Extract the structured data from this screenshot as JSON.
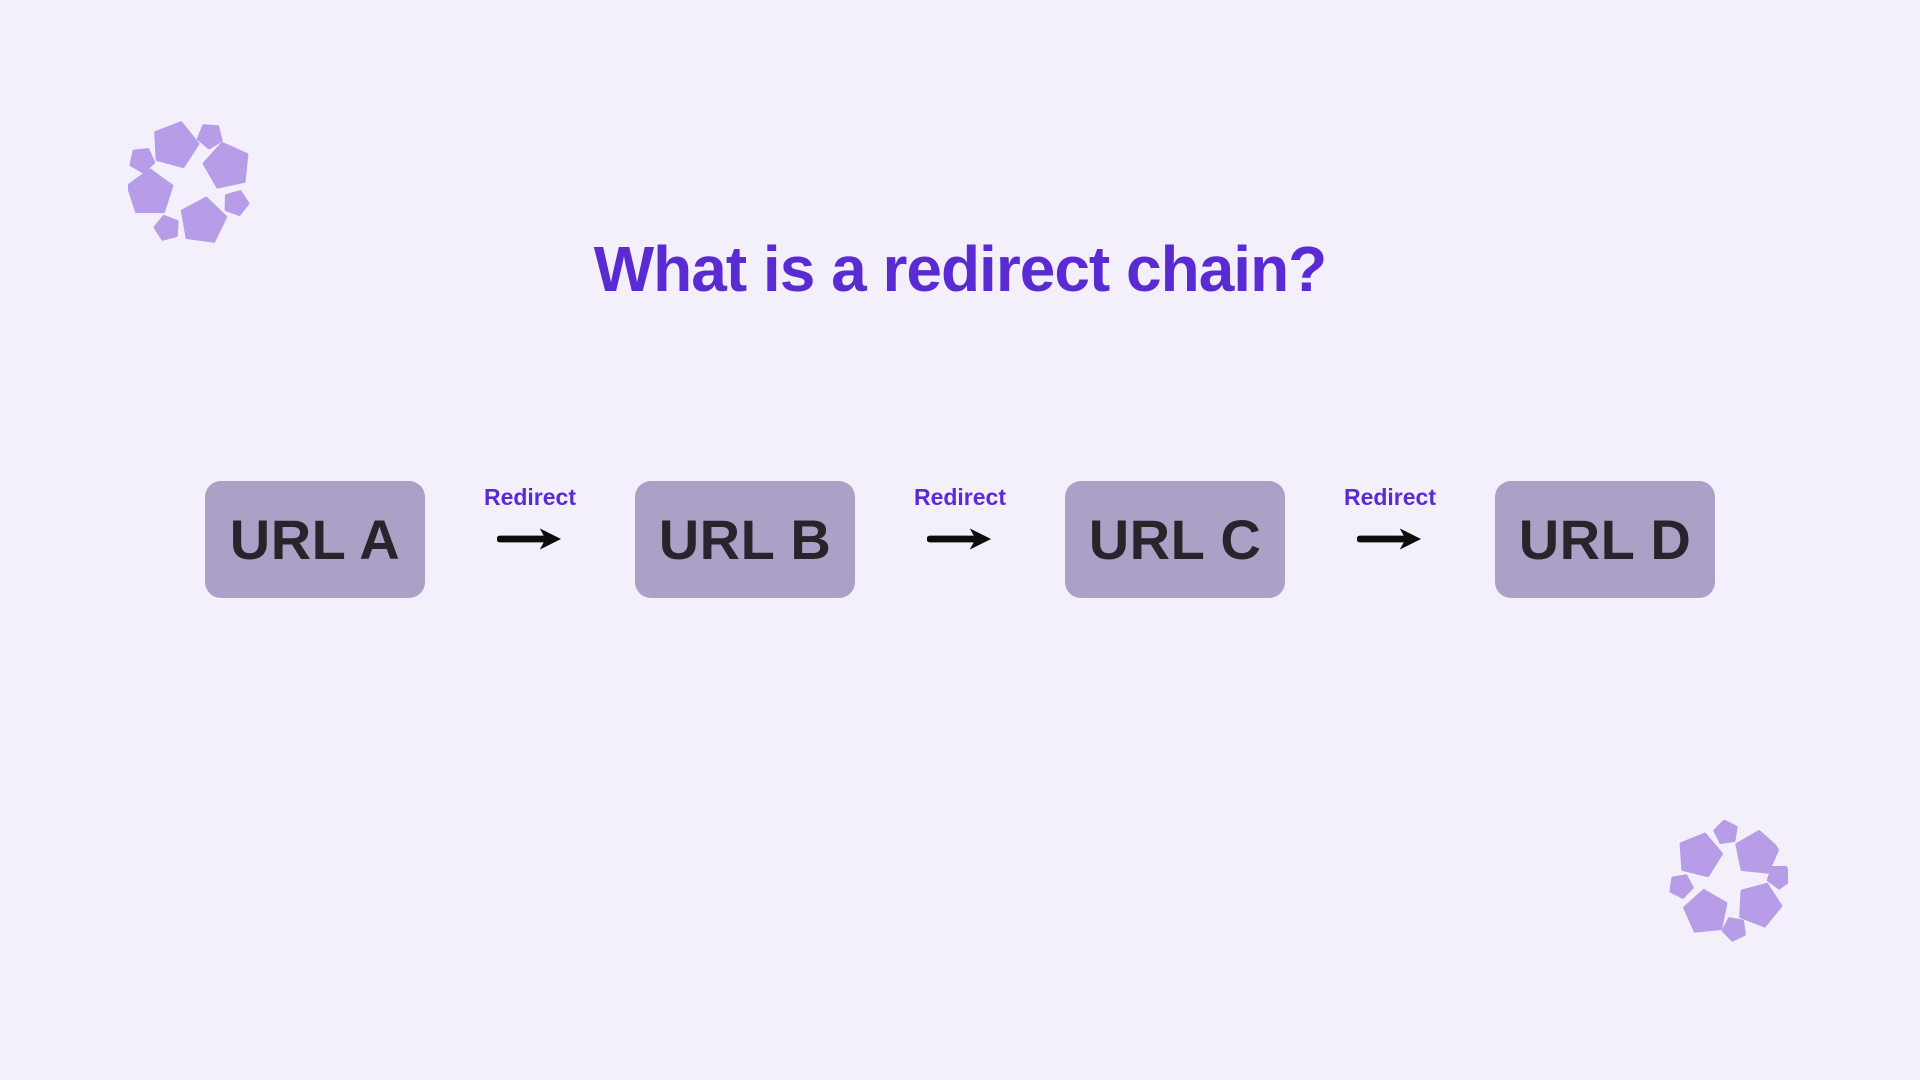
{
  "page": {
    "title": "What is a redirect chain?"
  },
  "chain": {
    "nodes": [
      {
        "label": "URL A"
      },
      {
        "label": "URL B"
      },
      {
        "label": "URL C"
      },
      {
        "label": "URL D"
      }
    ],
    "connector_label": "Redirect"
  },
  "branding": {
    "logo": "pentagon-cluster-logo"
  },
  "icons": {
    "arrow": "arrow-right-icon",
    "logo_corner_top_left": "pentagon-cluster-logo",
    "logo_corner_bottom_right": "pentagon-cluster-logo"
  },
  "colors": {
    "background": "#f3f0fb",
    "title_text": "#5a2bd3",
    "redirect_label_text": "#5a2bd3",
    "url_box_fill": "#aba1c7",
    "url_box_text": "#27242b",
    "arrow": "#0d0d0d",
    "logo_mark": "#b79ce7"
  }
}
